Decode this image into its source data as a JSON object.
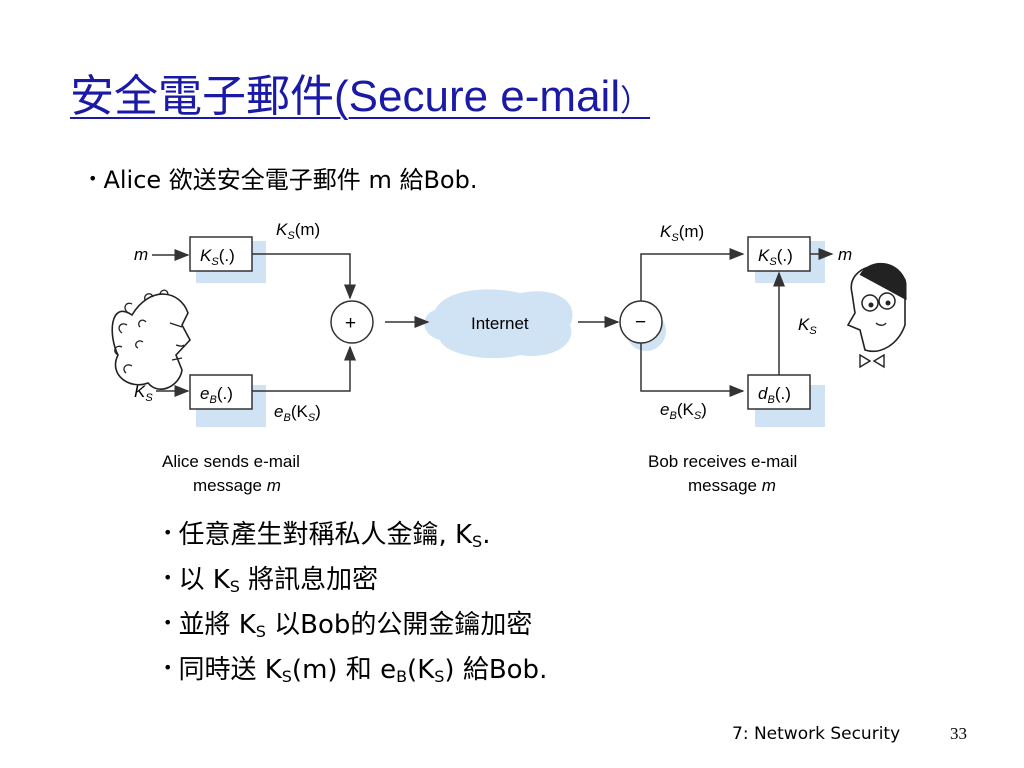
{
  "title": {
    "chinese": "安全電子郵件",
    "open": "(",
    "latin": "Secure e-mail",
    "close": "）"
  },
  "intro": {
    "alice": "Alice",
    "text1": "欲送安全電子郵件",
    "m": "m",
    "text2": "給",
    "bob": "Bob."
  },
  "diagram": {
    "m_in": "m",
    "ks_box": "K",
    "ks_box_sub": "S",
    "ks_box_rest": "(.)",
    "ks_m_label": "K",
    "ks_m_sub": "S",
    "ks_m_rest": "(m)",
    "plus": "+",
    "internet": "Internet",
    "minus": "−",
    "ks_in": "K",
    "ks_in_sub": "S",
    "eb_box": "e",
    "eb_box_sub": "B",
    "eb_box_rest": "(.)",
    "eb_ks_label": "e",
    "eb_ks_sub": "B",
    "eb_ks_rest": "(K",
    "eb_ks_sub2": "S",
    "eb_ks_close": ")",
    "alice_caption1": "Alice sends e-mail",
    "alice_caption2_a": "message ",
    "alice_caption2_b": "m",
    "bob_ks_m_label": "K",
    "bob_ks_m_sub": "S",
    "bob_ks_m_rest": "(m)",
    "bob_ks_box": "K",
    "bob_ks_box_sub": "S",
    "bob_ks_box_rest": "(.)",
    "m_out": "m",
    "bob_ks_label": "K",
    "bob_ks_label_sub": "S",
    "db_box": "d",
    "db_box_sub": "B",
    "db_box_rest": "(.)",
    "bob_eb_ks_label": "e",
    "bob_eb_ks_sub": "B",
    "bob_eb_ks_rest": "(K",
    "bob_eb_ks_sub2": "S",
    "bob_eb_ks_close": ")",
    "bob_caption1": "Bob receives e-mail",
    "bob_caption2_a": "message ",
    "bob_caption2_b": "m"
  },
  "steps": {
    "s1_text": "任意產生對稱私人金鑰, K",
    "s1_sub": "S",
    "s1_end": ".",
    "s2_a": "以 K",
    "s2_sub": "S",
    "s2_b": " 將訊息加密",
    "s3_a": "並將 K",
    "s3_sub": "S",
    "s3_b": " 以Bob的公開金鑰加密",
    "s4_a": "同時送 K",
    "s4_sub1": "S",
    "s4_b": "(m) 和 e",
    "s4_sub2": "B",
    "s4_c": "(K",
    "s4_sub3": "S",
    "s4_d": ") 給Bob."
  },
  "footer": {
    "text": "7: Network Security",
    "page": "33"
  },
  "colors": {
    "title": "#1a1aa6",
    "shadow": "#cfe3f5",
    "lines": "#333333"
  }
}
